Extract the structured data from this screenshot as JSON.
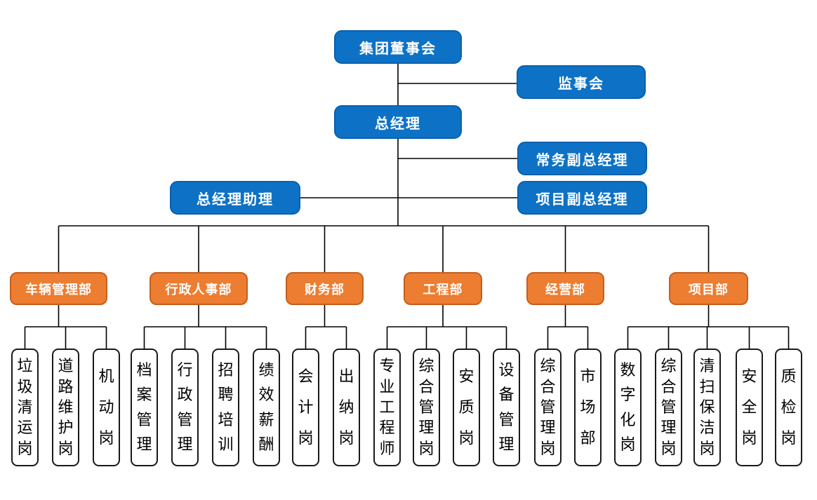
{
  "colors": {
    "primary_blue": "#0d72c5",
    "primary_blue_border": "#0a60ae",
    "accent_orange": "#ed7d31",
    "accent_orange_border": "#c55f1c",
    "child_border": "#1a1a1a",
    "connector_line": "#000000"
  },
  "top_nodes": {
    "board": "集团董事会",
    "supervisory": "监事会",
    "general_manager": "总经理",
    "deputy_gm_executive": "常务副总经理",
    "gm_assistant": "总经理助理",
    "deputy_gm_project": "项目副总经理"
  },
  "departments": [
    {
      "label": "车辆管理部",
      "children": [
        "垃圾清运岗",
        "道路维护岗",
        "机动岗"
      ]
    },
    {
      "label": "行政人事部",
      "children": [
        "档案管理",
        "行政管理",
        "招聘培训",
        "绩效薪酬"
      ]
    },
    {
      "label": "财务部",
      "children": [
        "会计岗",
        "出纳岗"
      ]
    },
    {
      "label": "工程部",
      "children": [
        "专业工程师",
        "综合管理岗",
        "安质岗",
        "设备管理"
      ]
    },
    {
      "label": "经营部",
      "children": [
        "综合管理岗",
        "市场部"
      ]
    },
    {
      "label": "项目部",
      "children": [
        "数字化岗",
        "综合管理岗",
        "清扫保洁岗",
        "安全岗",
        "质检岗"
      ]
    }
  ]
}
